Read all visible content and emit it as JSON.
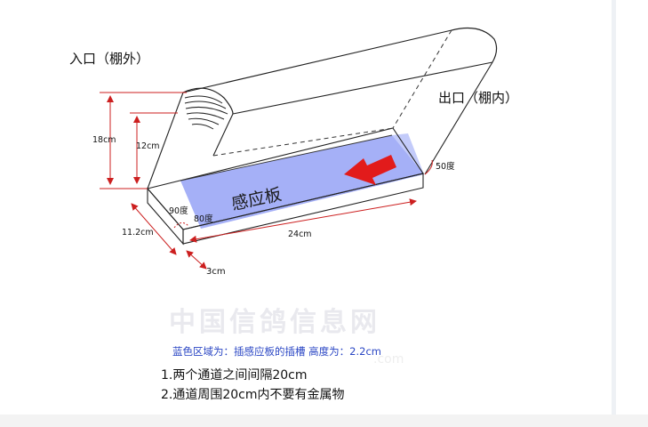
{
  "labels": {
    "entrance": "入口（棚外）",
    "exit": "出口（棚内）",
    "sensor_board": "感应板",
    "angle_50": "50度",
    "angle_90": "90度",
    "angle_80": "80度",
    "dim_18cm": "18cm",
    "dim_12cm": "12cm",
    "dim_11_2cm": "11.2cm",
    "dim_24cm": "24cm",
    "dim_3cm": "3cm"
  },
  "watermark": {
    "text": "中国信鸽信息网",
    "url": ".com"
  },
  "notes": {
    "blue_note": "蓝色区域为：插感应板的插槽  高度为：2.2cm",
    "line1": "1.两个通道之间间隔20cm",
    "line2": "2.通道周围20cm内不要有金属物"
  },
  "colors": {
    "slot_blue": "#5b6ff0",
    "arrow_red": "#e21b1b",
    "dim_red": "#cc1f1f",
    "note_blue": "#2a46c4"
  }
}
